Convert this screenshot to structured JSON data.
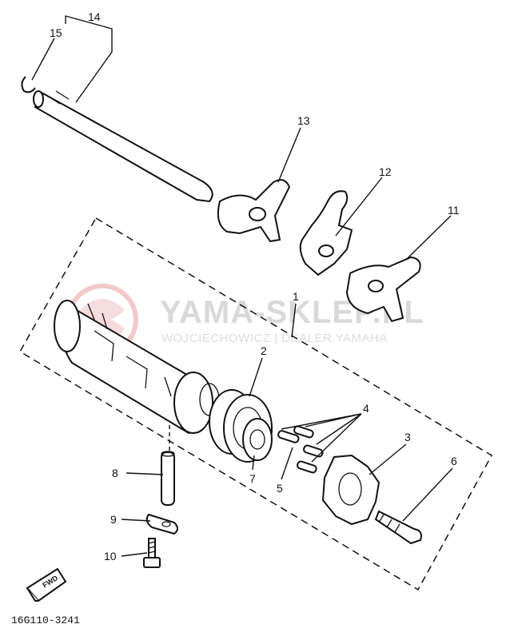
{
  "watermark": {
    "title": "YAMA-SKLEP.PL",
    "subtitle": "WOJCIECHOWICZ | DEALER YAMAHA"
  },
  "callouts": [
    "1",
    "2",
    "3",
    "4",
    "5",
    "6",
    "7",
    "8",
    "9",
    "10",
    "11",
    "12",
    "13",
    "14",
    "15"
  ],
  "drawing_code": "16G110-3241",
  "fwd_label": "FWD",
  "colors": {
    "line": "#111111",
    "watermark": "#d9d9d9",
    "logo": "#e8a0a0"
  }
}
